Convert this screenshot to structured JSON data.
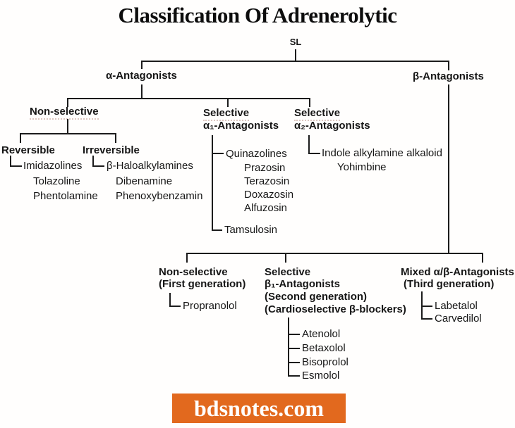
{
  "title": "Classification Of Adrenerolytic",
  "root": "SL",
  "colors": {
    "line": "#1c1c1c",
    "text": "#161616",
    "watermark_bg": "#E2691E",
    "watermark_text": "#FFFFFF"
  },
  "alpha": {
    "label": "α-Antagonists",
    "non_selective": {
      "label": "Non-selective",
      "reversible": {
        "label": "Reversible",
        "items": [
          "Imidazolines",
          "Tolazoline",
          "Phentolamine"
        ]
      },
      "irreversible": {
        "label": "Irreversible",
        "items": [
          "β-Haloalkylamines",
          "Dibenamine",
          "Phenoxybenzamin"
        ]
      }
    },
    "selective_a1": {
      "line1": "Selective",
      "line2": "α₁-Antagonists",
      "group": "Quinazolines",
      "items": [
        "Prazosin",
        "Terazosin",
        "Doxazosin",
        "Alfuzosin"
      ],
      "last": "Tamsulosin"
    },
    "selective_a2": {
      "line1": "Selective",
      "line2": "α₂-Antagonists",
      "group": "Indole alkylamine alkaloid",
      "item": "Yohimbine"
    }
  },
  "beta": {
    "label": "β-Antagonists",
    "first_gen": {
      "line1": "Non-selective",
      "line2": "(First generation)",
      "item": "Propranolol"
    },
    "second_gen": {
      "line1": "Selective",
      "line2": "β₁-Antagonists",
      "line3": "(Second generation)",
      "line4": "(Cardioselective β-blockers)",
      "items": [
        "Atenolol",
        "Betaxolol",
        "Bisoprolol",
        "Esmolol"
      ]
    },
    "third_gen": {
      "line1": "Mixed α/β-Antagonists",
      "line2": "(Third generation)",
      "items": [
        "Labetalol",
        "Carvedilol"
      ]
    }
  },
  "watermark": {
    "text": "bdsnotes.com"
  }
}
